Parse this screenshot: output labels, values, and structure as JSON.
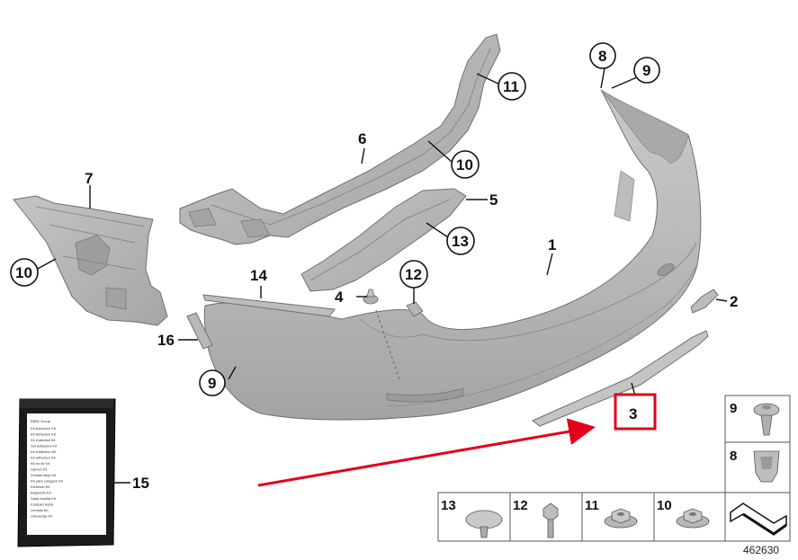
{
  "callouts": {
    "c1": "1",
    "c2": "2",
    "c3": "3",
    "c4": "4",
    "c5": "5",
    "c6": "6",
    "c7": "7",
    "c8": "8",
    "c9a": "9",
    "c9b": "9",
    "c10a": "10",
    "c10b": "10",
    "c11": "11",
    "c12": "12",
    "c13": "13",
    "c14": "14",
    "c15": "15",
    "c16": "16"
  },
  "legend": {
    "cell9": "9",
    "cell8": "8",
    "cell13": "13",
    "cell12": "12",
    "cell11": "11",
    "cell10": "10"
  },
  "package": {
    "brand": "BMW Group",
    "lines": [
      "Kit Adhesive Kit",
      "Kit Adhesive Kit",
      "Kit d'adhésif Kit",
      "Set adhesivo Kit",
      "Kit d'adesivo Kit",
      "Kit adhesivo Kit",
      "Kit en kit Kit",
      "Lijmset Kit",
      "Zestaw kleju Kit",
      "Kit para colagem Kit",
      "Klebeset Kit",
      "Ragasztó Kit",
      "Sada lepidla Kit",
      "Komplet lepila",
      "Limsats Kit",
      "Liimasarja Kit"
    ]
  },
  "diagram_ref": "462630",
  "colors": {
    "part_fill": "#b9b9b9",
    "part_dark": "#9c9c9c",
    "highlight_box": "#e3001b",
    "arrow": "#e3001b"
  }
}
